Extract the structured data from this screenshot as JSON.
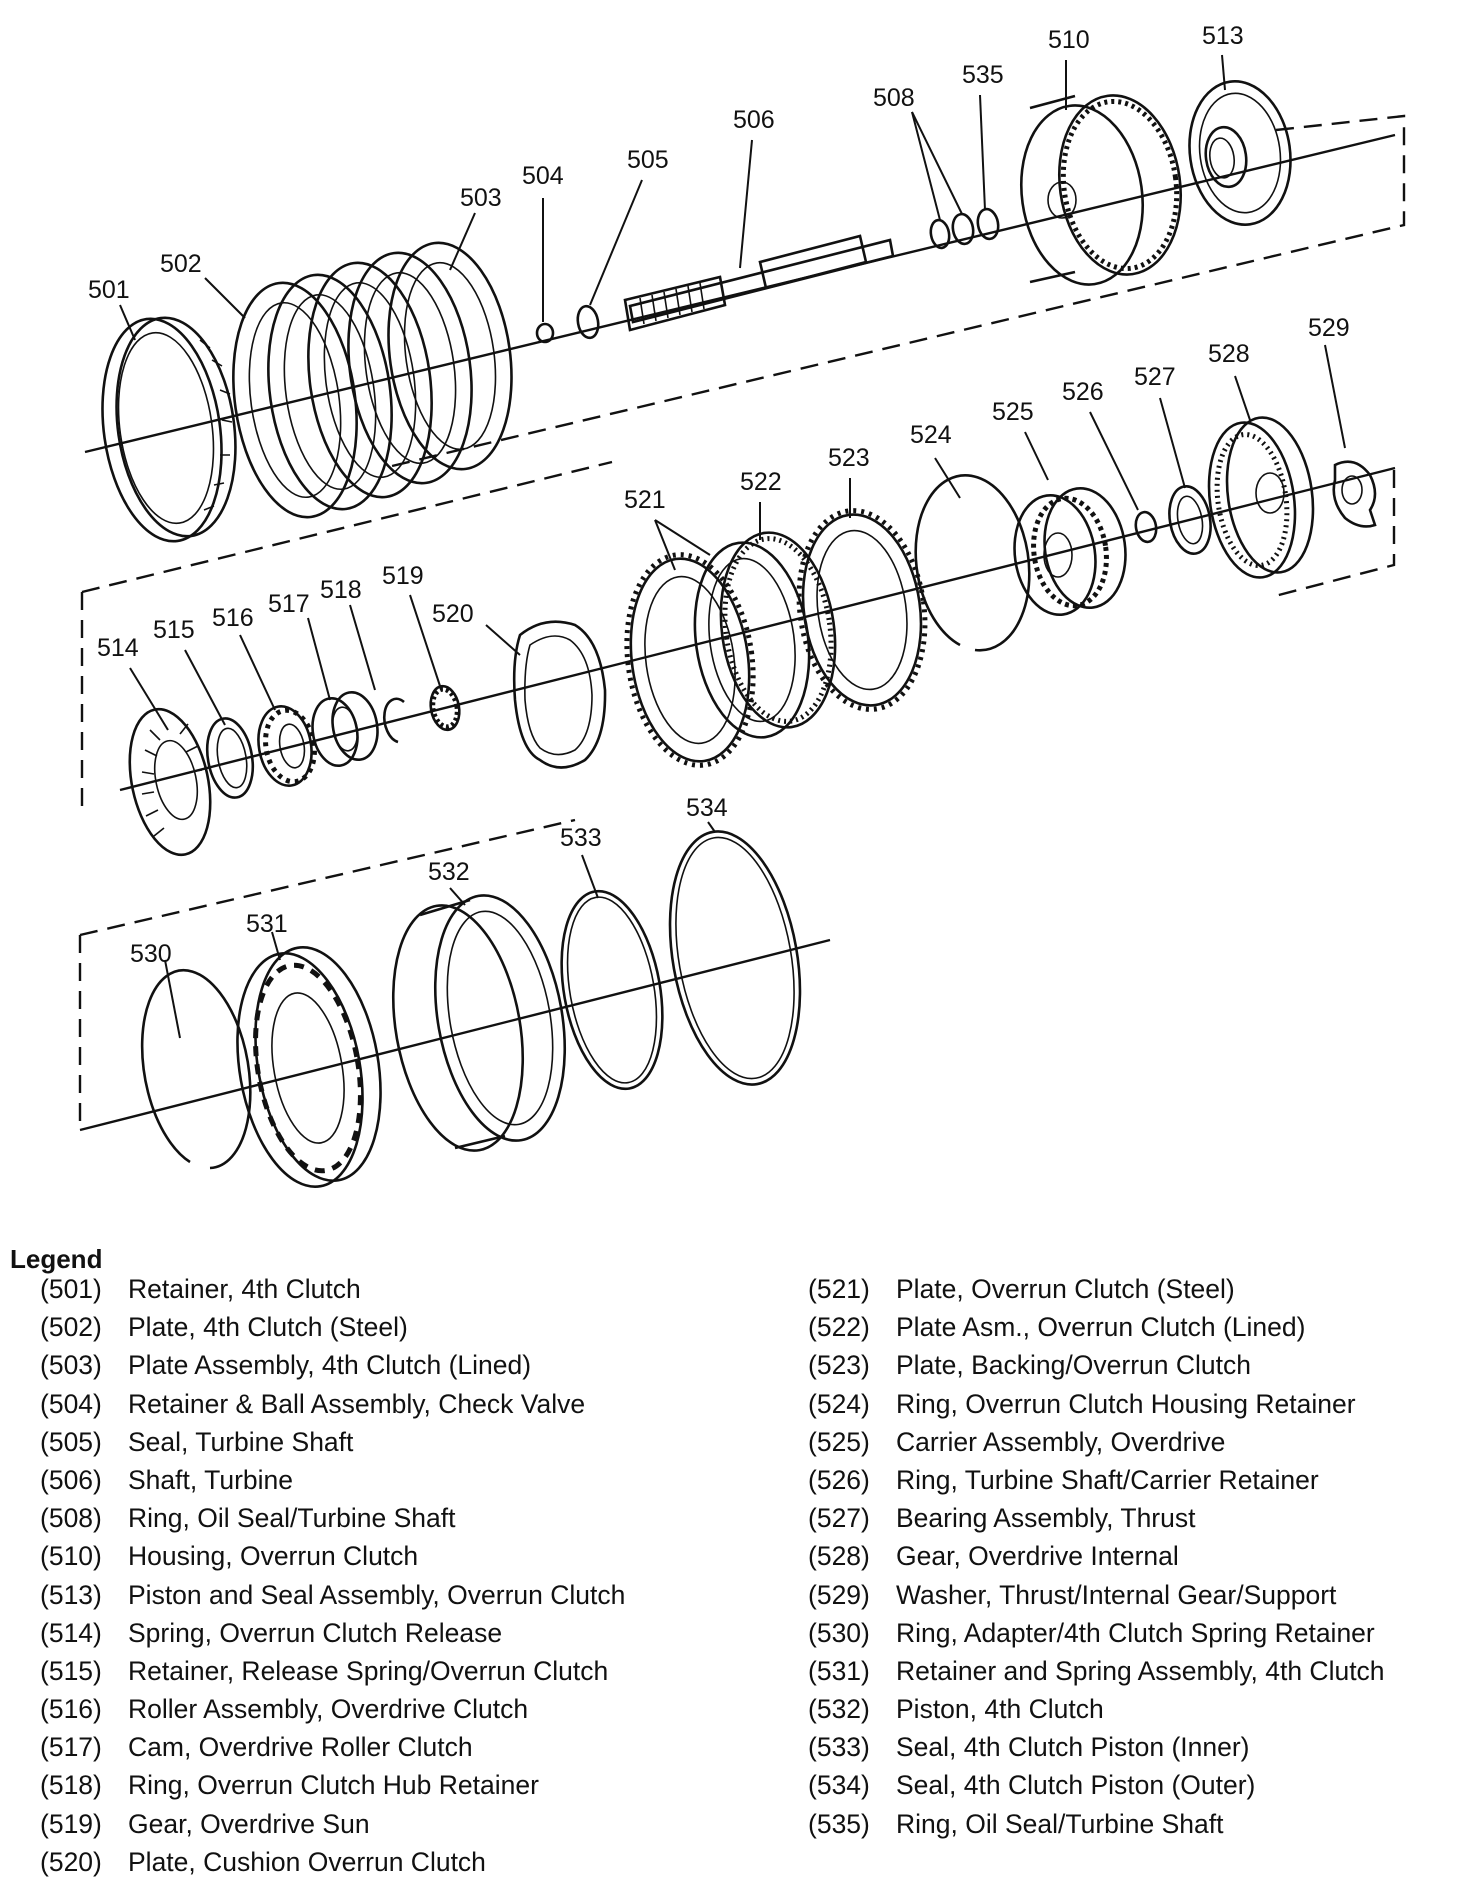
{
  "callouts": {
    "c501": "501",
    "c502": "502",
    "c503": "503",
    "c504": "504",
    "c505": "505",
    "c506": "506",
    "c508": "508",
    "c510": "510",
    "c513": "513",
    "c535": "535",
    "c514": "514",
    "c515": "515",
    "c516": "516",
    "c517": "517",
    "c518": "518",
    "c519": "519",
    "c520": "520",
    "c521": "521",
    "c522": "522",
    "c523": "523",
    "c524": "524",
    "c525": "525",
    "c526": "526",
    "c527": "527",
    "c528": "528",
    "c529": "529",
    "c530": "530",
    "c531": "531",
    "c532": "532",
    "c533": "533",
    "c534": "534"
  },
  "legend": {
    "title": "Legend",
    "left": [
      {
        "num": "(501)",
        "text": "Retainer, 4th Clutch"
      },
      {
        "num": "(502)",
        "text": "Plate, 4th Clutch (Steel)"
      },
      {
        "num": "(503)",
        "text": "Plate Assembly, 4th Clutch (Lined)"
      },
      {
        "num": "(504)",
        "text": "Retainer & Ball Assembly, Check Valve"
      },
      {
        "num": "(505)",
        "text": "Seal, Turbine Shaft"
      },
      {
        "num": "(506)",
        "text": "Shaft, Turbine"
      },
      {
        "num": "(508)",
        "text": "Ring, Oil Seal/Turbine Shaft"
      },
      {
        "num": "(510)",
        "text": "Housing, Overrun Clutch"
      },
      {
        "num": "(513)",
        "text": "Piston and Seal Assembly, Overrun Clutch"
      },
      {
        "num": "(514)",
        "text": "Spring, Overrun Clutch Release"
      },
      {
        "num": "(515)",
        "text": "Retainer, Release Spring/Overrun Clutch"
      },
      {
        "num": "(516)",
        "text": "Roller Assembly, Overdrive Clutch"
      },
      {
        "num": "(517)",
        "text": "Cam, Overdrive Roller Clutch"
      },
      {
        "num": "(518)",
        "text": "Ring, Overrun Clutch Hub Retainer"
      },
      {
        "num": "(519)",
        "text": "Gear, Overdrive Sun"
      },
      {
        "num": "(520)",
        "text": "Plate, Cushion Overrun Clutch"
      }
    ],
    "right": [
      {
        "num": "(521)",
        "text": "Plate, Overrun Clutch (Steel)"
      },
      {
        "num": "(522)",
        "text": "Plate Asm., Overrun Clutch (Lined)"
      },
      {
        "num": "(523)",
        "text": "Plate, Backing/Overrun Clutch"
      },
      {
        "num": "(524)",
        "text": "Ring, Overrun Clutch Housing Retainer"
      },
      {
        "num": "(525)",
        "text": "Carrier Assembly, Overdrive"
      },
      {
        "num": "(526)",
        "text": "Ring, Turbine Shaft/Carrier Retainer"
      },
      {
        "num": "(527)",
        "text": "Bearing Assembly, Thrust"
      },
      {
        "num": "(528)",
        "text": "Gear, Overdrive Internal"
      },
      {
        "num": "(529)",
        "text": "Washer, Thrust/Internal Gear/Support"
      },
      {
        "num": "(530)",
        "text": "Ring, Adapter/4th Clutch Spring Retainer"
      },
      {
        "num": "(531)",
        "text": "Retainer and Spring Assembly, 4th Clutch"
      },
      {
        "num": "(532)",
        "text": "Piston, 4th Clutch"
      },
      {
        "num": "(533)",
        "text": "Seal, 4th Clutch Piston (Inner)"
      },
      {
        "num": "(534)",
        "text": "Seal, 4th Clutch Piston (Outer)"
      },
      {
        "num": "(535)",
        "text": "Ring, Oil Seal/Turbine Shaft"
      }
    ]
  }
}
